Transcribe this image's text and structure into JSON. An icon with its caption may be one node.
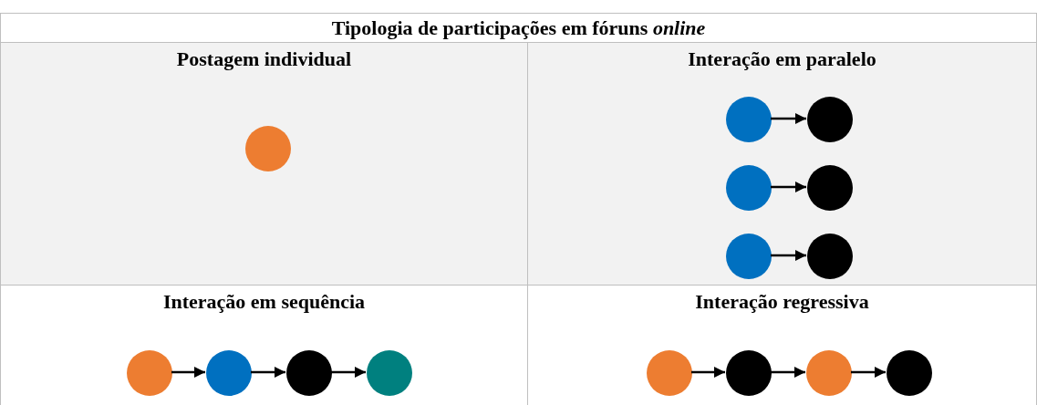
{
  "diagram": {
    "title": "Tipologia de participações em fóruns *online*",
    "nodes": [
      {
        "text": [
          "Postagem individual"
        ]
      },
      {
        "text": [],
        "shape": "circle",
        "in": 0
      },
      {
        "text": [
          "Interação em paralelo"
        ]
      },
      {
        "text": [],
        "shape": "circle",
        "in": 2
      },
      {
        "text": [],
        "shape": "circle",
        "in": 2
      },
      {
        "text": [],
        "shape": "circle",
        "in": 2
      },
      {
        "text": [],
        "shape": "circle",
        "in": 2
      },
      {
        "text": [],
        "shape": "circle",
        "in": 2
      },
      {
        "text": [],
        "shape": "circle",
        "in": 2
      },
      {
        "text": [
          "Interação em sequência"
        ]
      },
      {
        "text": [],
        "shape": "circle",
        "in": 9
      },
      {
        "text": [],
        "shape": "circle",
        "in": 9
      },
      {
        "text": [],
        "shape": "circle",
        "in": 9
      },
      {
        "text": [],
        "shape": "circle",
        "in": 9
      },
      {
        "text": [
          "Interação regressiva"
        ]
      },
      {
        "text": [],
        "shape": "circle",
        "in": 14
      },
      {
        "text": [],
        "shape": "circle",
        "in": 14
      },
      {
        "text": [],
        "shape": "circle",
        "in": 14
      },
      {
        "text": [],
        "shape": "circle",
        "in": 14
      }
    ],
    "edges": [
      {
        "from": 3,
        "to": 4,
        "arrow": "to"
      },
      {
        "from": 5,
        "to": 6,
        "arrow": "to"
      },
      {
        "from": 7,
        "to": 8,
        "arrow": "to"
      },
      {
        "from": 10,
        "to": 11,
        "arrow": "to"
      },
      {
        "from": 11,
        "to": 12,
        "arrow": "to"
      },
      {
        "from": 12,
        "to": 13,
        "arrow": "to"
      },
      {
        "from": 15,
        "to": 16,
        "arrow": "to"
      },
      {
        "from": 16,
        "to": 17,
        "arrow": "to"
      },
      {
        "from": 17,
        "to": 18,
        "arrow": "to"
      }
    ]
  }
}
